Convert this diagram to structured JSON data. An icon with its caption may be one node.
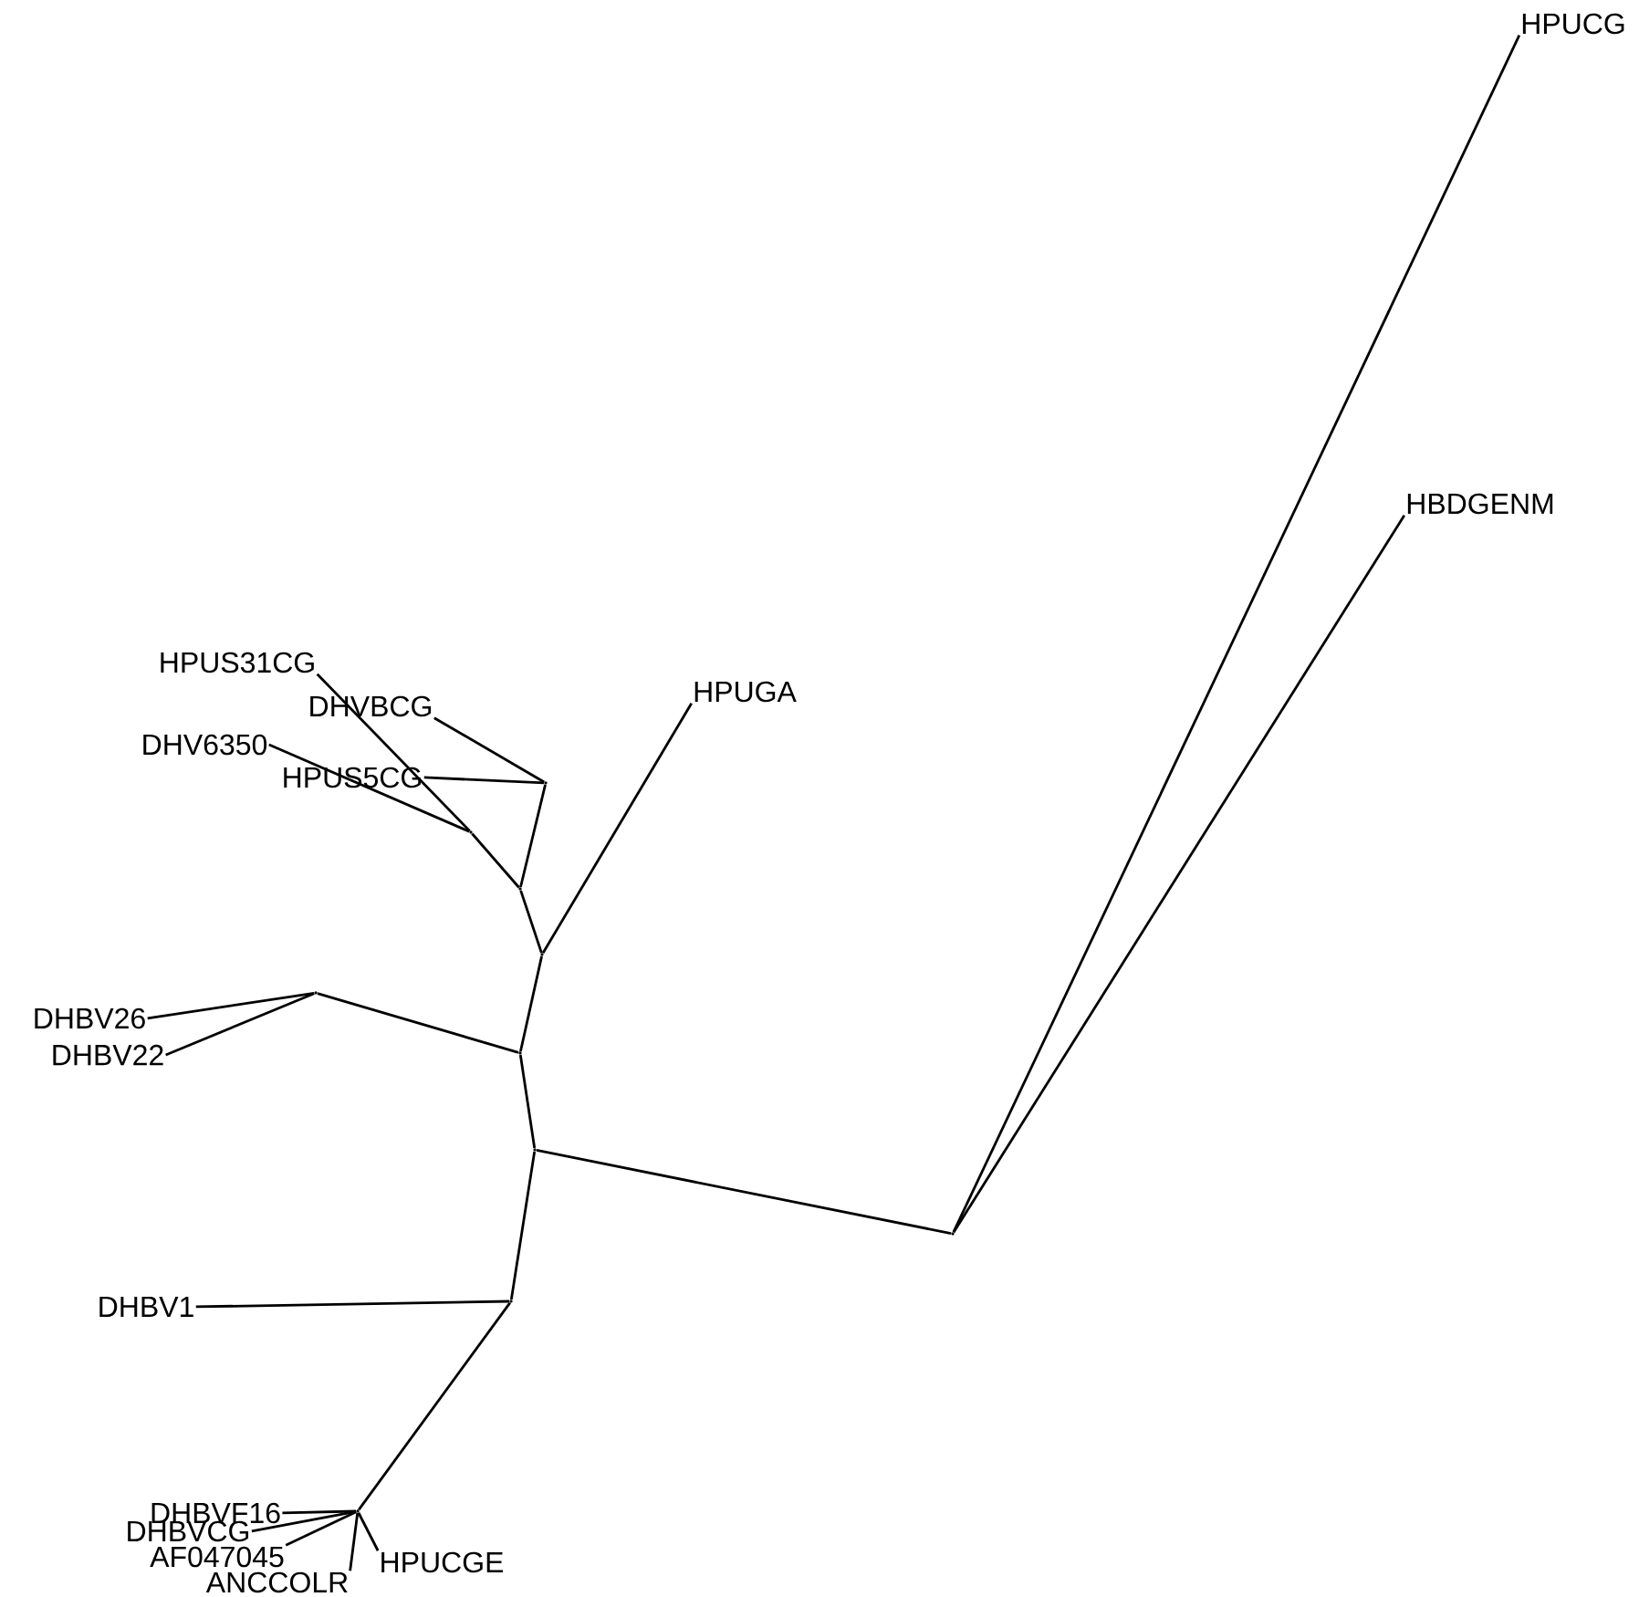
{
  "diagram": {
    "nodes": [
      {
        "text": [
          "HPUCG"
        ]
      },
      {
        "text": [
          "HBDGENM"
        ]
      },
      {
        "text": [
          "HPUS31CG"
        ]
      },
      {
        "text": [
          "DHVBCG"
        ]
      },
      {
        "text": [
          "HPUGA"
        ]
      },
      {
        "text": [
          "DHV6350"
        ]
      },
      {
        "text": [
          "HPUS5CG"
        ]
      },
      {
        "text": [
          "DHBV26"
        ]
      },
      {
        "text": [
          "DHBV22"
        ]
      },
      {
        "text": [
          "DHBV1"
        ]
      },
      {
        "text": [
          "DHBVF16"
        ]
      },
      {
        "text": [
          "DHBVCG"
        ]
      },
      {
        "text": [
          "AF047045"
        ]
      },
      {
        "text": [
          "ANCCOLR"
        ]
      },
      {
        "text": [
          "HPUCGE"
        ]
      },
      {
        "text": [],
        "shape": "point"
      },
      {
        "text": [],
        "shape": "point"
      },
      {
        "text": [],
        "shape": "point"
      },
      {
        "text": [],
        "shape": "point"
      },
      {
        "text": [],
        "shape": "point"
      },
      {
        "text": [],
        "shape": "point"
      },
      {
        "text": [],
        "shape": "point"
      },
      {
        "text": [],
        "shape": "point"
      },
      {
        "text": [],
        "shape": "point"
      },
      {
        "text": [],
        "shape": "point"
      }
    ],
    "edges": [
      {
        "from": 15,
        "to": 0,
        "arrow": "none"
      },
      {
        "from": 15,
        "to": 1,
        "arrow": "none"
      },
      {
        "from": 16,
        "to": 15,
        "arrow": "none"
      },
      {
        "from": 16,
        "to": 17,
        "arrow": "none"
      },
      {
        "from": 17,
        "to": 18,
        "arrow": "none"
      },
      {
        "from": 17,
        "to": 19,
        "arrow": "none"
      },
      {
        "from": 19,
        "to": 4,
        "arrow": "none"
      },
      {
        "from": 19,
        "to": 20,
        "arrow": "none"
      },
      {
        "from": 20,
        "to": 21,
        "arrow": "none"
      },
      {
        "from": 20,
        "to": 22,
        "arrow": "none"
      },
      {
        "from": 22,
        "to": 3,
        "arrow": "none"
      },
      {
        "from": 22,
        "to": 6,
        "arrow": "none"
      },
      {
        "from": 21,
        "to": 2,
        "arrow": "none"
      },
      {
        "from": 21,
        "to": 5,
        "arrow": "none"
      },
      {
        "from": 18,
        "to": 7,
        "arrow": "none"
      },
      {
        "from": 18,
        "to": 8,
        "arrow": "none"
      },
      {
        "from": 16,
        "to": 23,
        "arrow": "none"
      },
      {
        "from": 23,
        "to": 9,
        "arrow": "none"
      },
      {
        "from": 23,
        "to": 24,
        "arrow": "none"
      },
      {
        "from": 24,
        "to": 10,
        "arrow": "none"
      },
      {
        "from": 24,
        "to": 11,
        "arrow": "none"
      },
      {
        "from": 24,
        "to": 12,
        "arrow": "none"
      },
      {
        "from": 24,
        "to": 13,
        "arrow": "none"
      },
      {
        "from": 24,
        "to": 14,
        "arrow": "none"
      }
    ]
  }
}
